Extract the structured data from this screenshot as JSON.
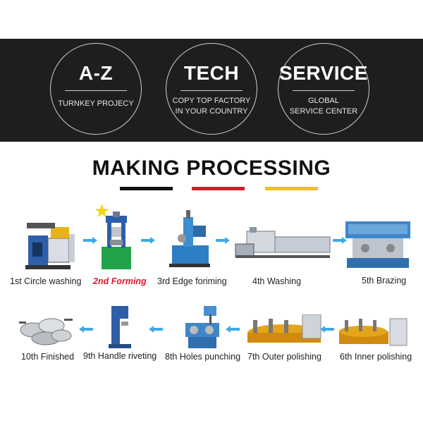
{
  "banner": {
    "items": [
      {
        "title": "A-Z",
        "subtitle": [
          "TURNKEY PROJECY"
        ]
      },
      {
        "title": "TECH",
        "subtitle": [
          "COPY TOP FACTORY",
          "IN YOUR COUNTRY"
        ]
      },
      {
        "title": "SERVICE",
        "subtitle": [
          "GLOBAL",
          "SERVICE CENTER"
        ]
      }
    ]
  },
  "heading": "MAKING PROCESSING",
  "accent_colors": [
    "#111111",
    "#e0172b",
    "#f4c20d"
  ],
  "steps": [
    {
      "label": "1st Circle washing"
    },
    {
      "label": "2nd Forming"
    },
    {
      "label": "3rd Edge foriming"
    },
    {
      "label": "4th Washing"
    },
    {
      "label": "5th Brazing"
    },
    {
      "label": "6th Inner polishing"
    },
    {
      "label": "7th Outer polishing"
    },
    {
      "label": "8th Holes punching"
    },
    {
      "label": "9th Handle riveting"
    },
    {
      "label": "10th Finished"
    }
  ],
  "arrow_color": "#3fa9e6",
  "star_icon": "star-icon"
}
